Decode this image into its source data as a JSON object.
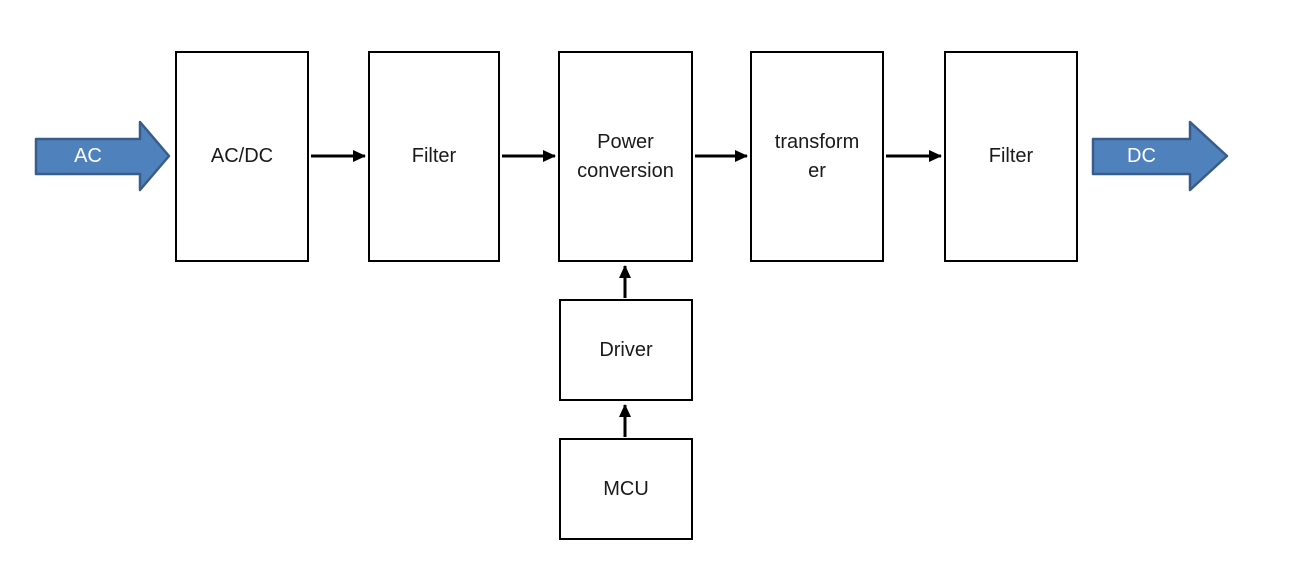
{
  "colors": {
    "background": "#FFFFFF",
    "box_fill": "#FFFFFF",
    "box_border": "#000000",
    "box_text": "#1A1A1A",
    "connector": "#000000",
    "flow_fill": "#4F81BD",
    "flow_border": "#385D8A",
    "flow_text": "#FFFFFF"
  },
  "flow": {
    "input_label": "AC",
    "output_label": "DC"
  },
  "blocks": {
    "acdc": {
      "label": "AC/DC"
    },
    "filter_in": {
      "label": "Filter"
    },
    "power_conversion": {
      "label": "Power\nconversion"
    },
    "transformer": {
      "label": "transform\ner"
    },
    "filter_out": {
      "label": "Filter"
    },
    "driver": {
      "label": "Driver"
    },
    "mcu": {
      "label": "MCU"
    }
  },
  "connections": [
    {
      "from": "ac-input-arrow",
      "to": "acdc"
    },
    {
      "from": "acdc",
      "to": "filter_in"
    },
    {
      "from": "filter_in",
      "to": "power_conversion"
    },
    {
      "from": "power_conversion",
      "to": "transformer"
    },
    {
      "from": "transformer",
      "to": "filter_out"
    },
    {
      "from": "filter_out",
      "to": "dc-output-arrow"
    },
    {
      "from": "mcu",
      "to": "driver"
    },
    {
      "from": "driver",
      "to": "power_conversion"
    }
  ]
}
